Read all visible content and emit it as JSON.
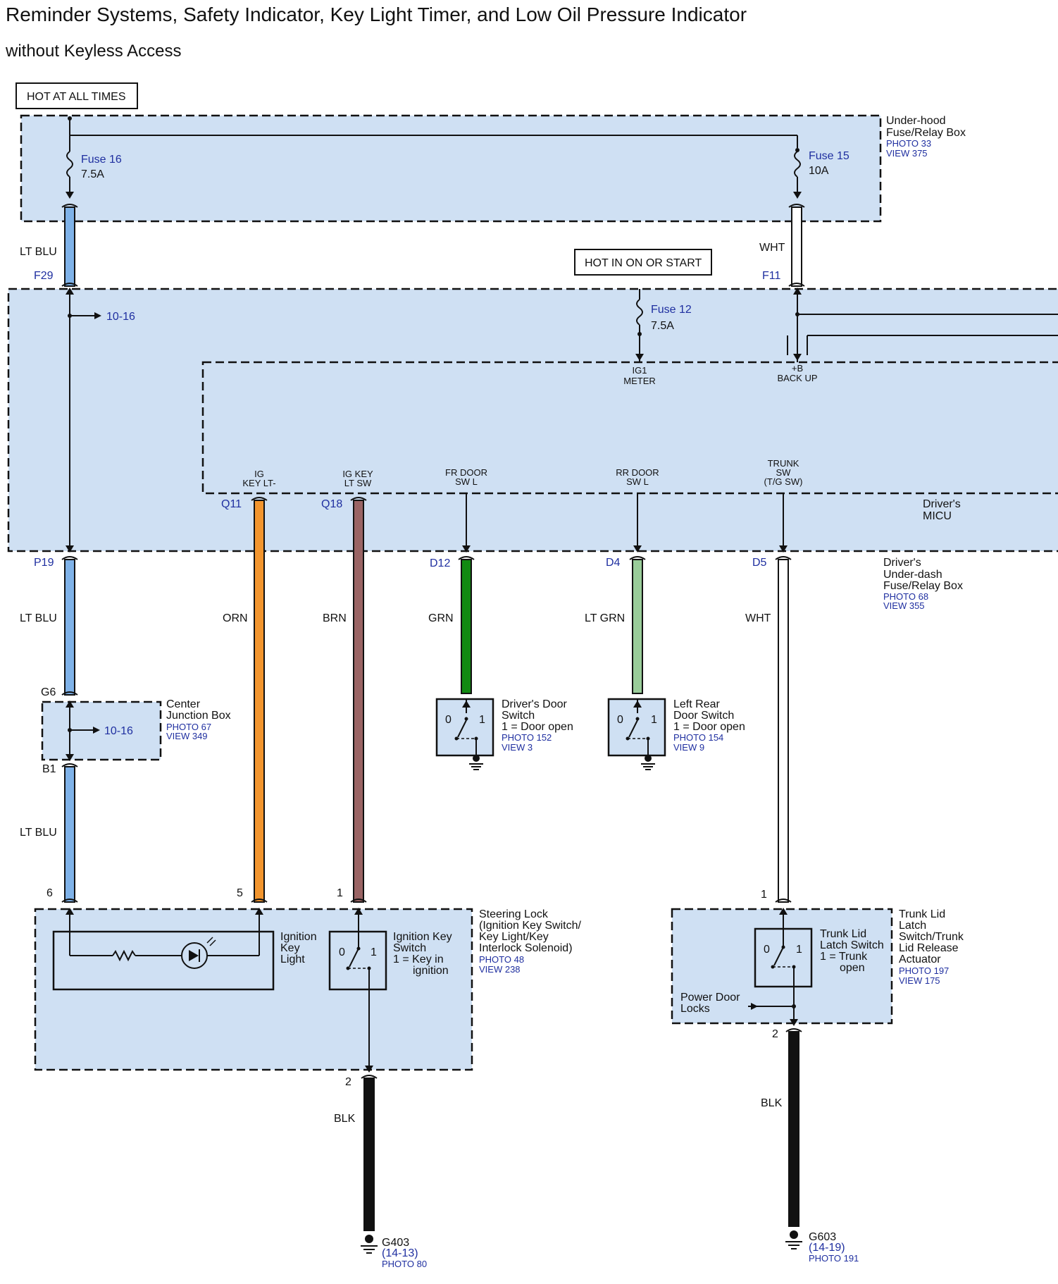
{
  "title": "Reminder Systems, Safety Indicator, Key Light Timer, and Low Oil Pressure Indicator",
  "subtitle": "without Keyless Access",
  "power_labels": {
    "hot_at_all_times": "HOT AT ALL TIMES",
    "hot_in_on_or_start": "HOT IN ON OR START"
  },
  "underhood": {
    "name_line1": "Under-hood",
    "name_line2": "Fuse/Relay Box",
    "photo": "PHOTO 33",
    "view": "VIEW 375"
  },
  "fuses": {
    "fuse16": {
      "name": "Fuse 16",
      "rating": "7.5A"
    },
    "fuse15": {
      "name": "Fuse 15",
      "rating": "10A"
    },
    "fuse12": {
      "name": "Fuse 12",
      "rating": "7.5A"
    }
  },
  "micu": {
    "name_line1": "Driver's",
    "name_line2": "MICU",
    "ig1_line1": "IG1",
    "ig1_line2": "METER",
    "backup_line1": "+B",
    "backup_line2": "BACK UP",
    "pins": {
      "ig_key_lt_line1": "IG",
      "ig_key_lt_line2": "KEY LT-",
      "ig_key_lt_sw_line1": "IG KEY",
      "ig_key_lt_sw_line2": "LT SW",
      "fr_door_line1": "FR DOOR",
      "fr_door_line2": "SW L",
      "rr_door_line1": "RR DOOR",
      "rr_door_line2": "SW L",
      "trunk_line1": "TRUNK",
      "trunk_line2": "SW",
      "trunk_line3": "(T/G SW)"
    },
    "ref_10_16": "10-16"
  },
  "underdash": {
    "line1": "Driver's",
    "line2": "Under-dash",
    "line3": "Fuse/Relay Box",
    "photo": "PHOTO 68",
    "view": "VIEW 355"
  },
  "connectors": {
    "f29": "F29",
    "f11": "F11",
    "p19": "P19",
    "q11": "Q11",
    "q18": "Q18",
    "d12": "D12",
    "d4": "D4",
    "d5": "D5",
    "g6": "G6",
    "b1": "B1",
    "pin6": "6",
    "pin5": "5",
    "pin1a": "1",
    "pin2a": "2",
    "pin1b": "1",
    "pin2b": "2"
  },
  "wires": {
    "lt_blu": "LT BLU",
    "wht": "WHT",
    "orn": "ORN",
    "brn": "BRN",
    "grn": "GRN",
    "lt_grn": "LT GRN",
    "blk": "BLK"
  },
  "wire_colors": {
    "lt_blu": "#7fb2e8",
    "orn": "#f2952e",
    "brn": "#9a6464",
    "grn": "#118a11",
    "lt_grn": "#99cc99",
    "wht": "#ffffff",
    "blk": "#111111"
  },
  "junction": {
    "name_line1": "Center",
    "name_line2": "Junction Box",
    "photo": "PHOTO 67",
    "view": "VIEW 349",
    "ref": "10-16"
  },
  "drivers_door": {
    "line1": "Driver's Door",
    "line2": "Switch",
    "line3": "1 = Door open",
    "photo": "PHOTO 152",
    "view": "VIEW 3",
    "pos0": "0",
    "pos1": "1"
  },
  "left_rear_door": {
    "line1": "Left Rear",
    "line2": "Door Switch",
    "line3": "1 = Door open",
    "photo": "PHOTO 154",
    "view": "VIEW 9",
    "pos0": "0",
    "pos1": "1"
  },
  "steering_lock": {
    "line1": "Steering Lock",
    "line2": "(Ignition Key Switch/",
    "line3": "Key Light/Key",
    "line4": "Interlock Solenoid)",
    "photo": "PHOTO 48",
    "view": "VIEW 238",
    "light_line1": "Ignition",
    "light_line2": "Key",
    "light_line3": "Light",
    "sw_line1": "Ignition Key",
    "sw_line2": "Switch",
    "sw_line3": "1 = Key in",
    "sw_line4": "ignition",
    "pos0": "0",
    "pos1": "1"
  },
  "trunk_lid": {
    "line1": "Trunk Lid",
    "line2": "Latch",
    "line3": "Switch/Trunk",
    "line4": "Lid Release",
    "line5": "Actuator",
    "photo": "PHOTO 197",
    "view": "VIEW 175",
    "sw_line1": "Trunk Lid",
    "sw_line2": "Latch Switch",
    "sw_line3": "1 = Trunk",
    "sw_line4": "open",
    "power_door_locks_line1": "Power Door",
    "power_door_locks_line2": "Locks",
    "pos0": "0",
    "pos1": "1"
  },
  "grounds": {
    "g403": {
      "name": "G403",
      "ref": "(14-13)",
      "photo": "PHOTO 80"
    },
    "g603": {
      "name": "G603",
      "ref": "(14-19)",
      "photo": "PHOTO 191"
    }
  }
}
